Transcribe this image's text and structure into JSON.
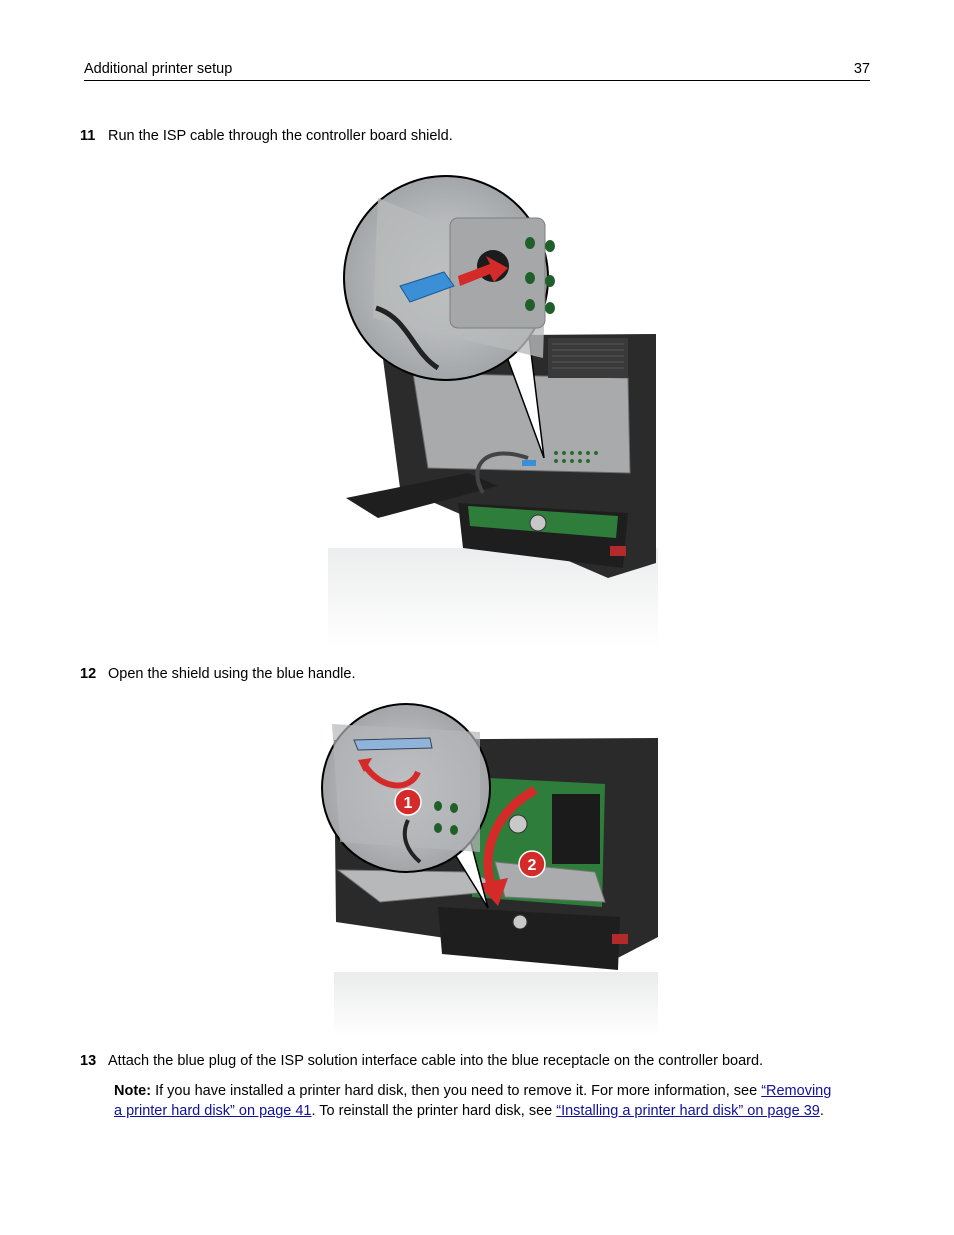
{
  "header": {
    "title": "Additional printer setup",
    "page_number": "37"
  },
  "steps": [
    {
      "number": "11",
      "text": "Run the ISP cable through the controller board shield."
    },
    {
      "number": "12",
      "text": "Open the shield using the blue handle."
    },
    {
      "number": "13",
      "text": "Attach the blue plug of the ISP solution interface cable into the blue receptacle on the controller board."
    }
  ],
  "figure2": {
    "callout_1": "1",
    "callout_2": "2"
  },
  "note": {
    "label": "Note:",
    "text1": " If you have installed a printer hard disk, then you need to remove it. For more information, see ",
    "link1": "“Removing a printer hard disk” on page 41",
    "text2": ". To reinstall the printer hard disk, see ",
    "link2": "“Installing a printer hard disk” on page 39",
    "text3": "."
  },
  "colors": {
    "link": "#10109c",
    "callout": "#d42a2a",
    "board": "#2f7d3a",
    "plug": "#3a8fd6"
  }
}
